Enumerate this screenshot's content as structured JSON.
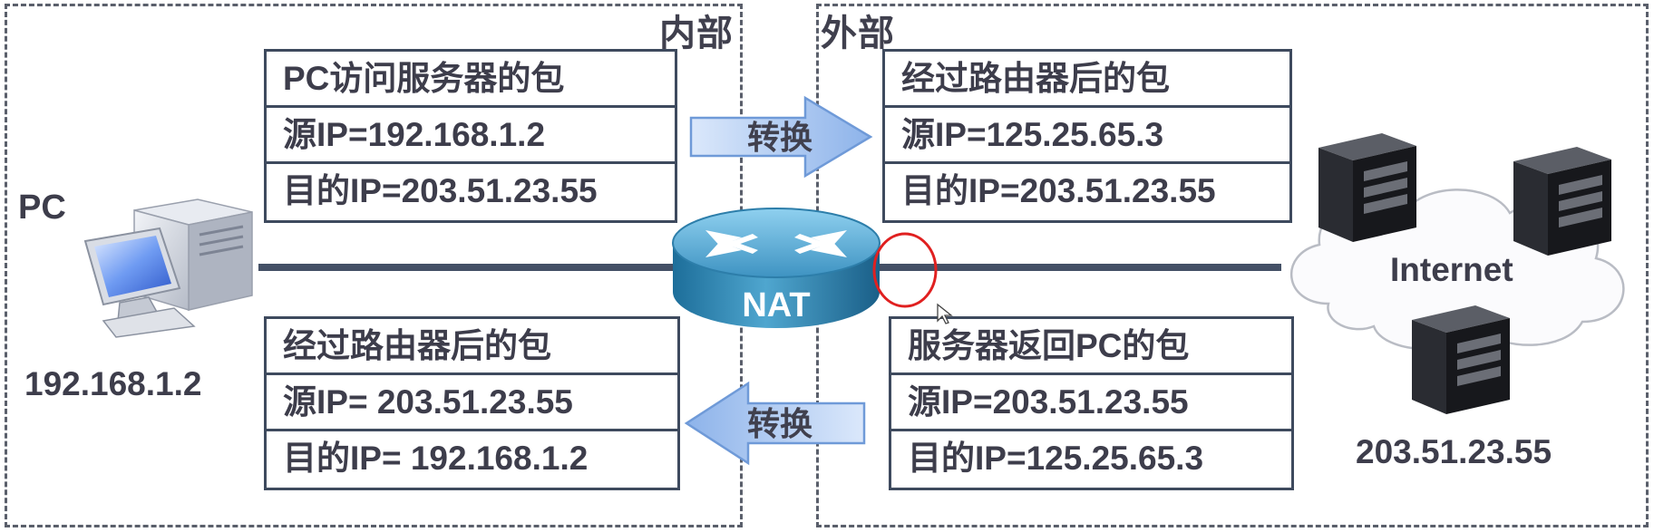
{
  "zones": {
    "inside_label": "内部",
    "outside_label": "外部"
  },
  "pc": {
    "label": "PC",
    "ip": "192.168.1.2"
  },
  "router": {
    "label": "NAT"
  },
  "internet": {
    "label": "Internet",
    "server_ip": "203.51.23.55"
  },
  "arrows": {
    "outbound_label": "转换",
    "inbound_label": "转换"
  },
  "packets": {
    "pc_request": {
      "title": "PC访问服务器的包",
      "src": "源IP=192.168.1.2",
      "dst": "目的IP=203.51.23.55"
    },
    "after_router_out": {
      "title": "经过路由器后的包",
      "src": "源IP=125.25.65.3",
      "dst": "目的IP=203.51.23.55"
    },
    "server_reply": {
      "title": "服务器返回PC的包",
      "src": "源IP=203.51.23.55",
      "dst": "目的IP=125.25.65.3"
    },
    "after_router_in": {
      "title": "经过路由器后的包",
      "src": "源IP= 203.51.23.55",
      "dst": "目的IP= 192.168.1.2"
    }
  },
  "colors": {
    "arrow_fill": "#a9c6f0",
    "arrow_stroke": "#6f9ad8",
    "highlight_circle": "#e02020",
    "link_line": "#445066"
  }
}
